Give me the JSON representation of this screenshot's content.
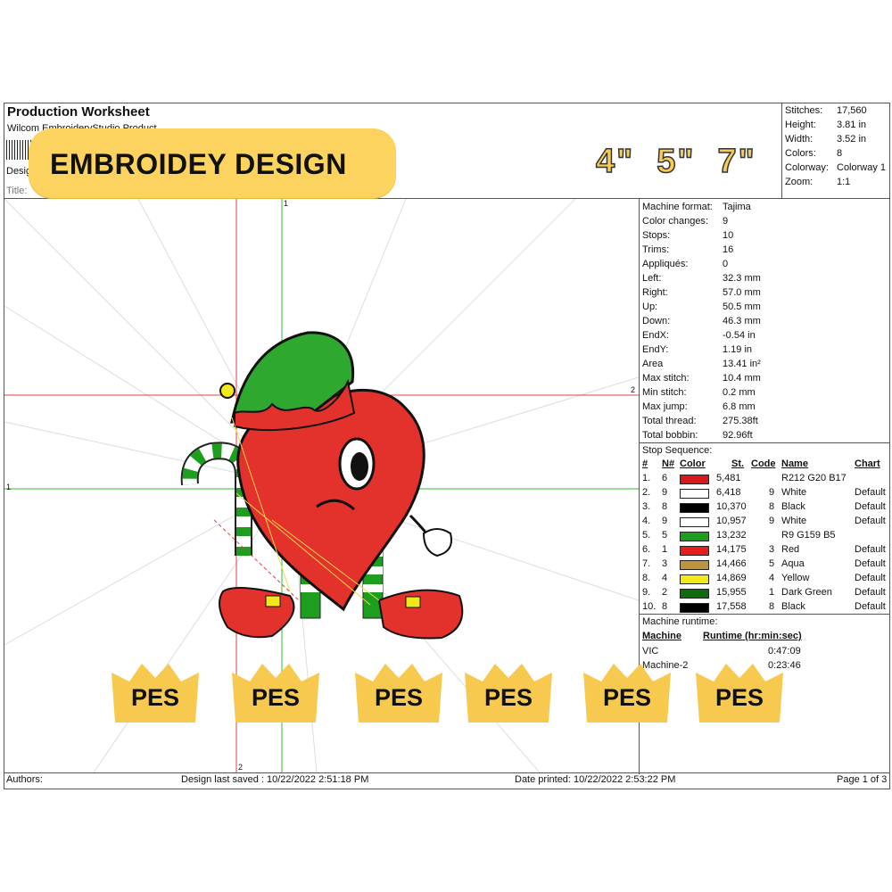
{
  "header": {
    "title": "Production Worksheet",
    "subtitle": "Wilcom EmbroideryStudio Product",
    "design_label": "Desig",
    "title_label": "Title:"
  },
  "banner": {
    "text": "EMBROIDEY DESIGN",
    "sizes": "4\"  5\"  7\""
  },
  "top_stats": [
    {
      "label": "Stitches:",
      "value": "17,560"
    },
    {
      "label": "Height:",
      "value": "3.81 in"
    },
    {
      "label": "Width:",
      "value": "3.52 in"
    },
    {
      "label": "Colors:",
      "value": "8"
    },
    {
      "label": "Colorway:",
      "value": "Colorway 1"
    },
    {
      "label": "Zoom:",
      "value": "1:1"
    }
  ],
  "machine_stats": [
    {
      "label": "Machine format:",
      "value": "Tajima"
    },
    {
      "label": "Color changes:",
      "value": "9"
    },
    {
      "label": "Stops:",
      "value": "10"
    },
    {
      "label": "Trims:",
      "value": "16"
    },
    {
      "label": "Appliqués:",
      "value": "0"
    },
    {
      "label": "Left:",
      "value": "32.3 mm"
    },
    {
      "label": "Right:",
      "value": "57.0 mm"
    },
    {
      "label": "Up:",
      "value": "50.5 mm"
    },
    {
      "label": "Down:",
      "value": "46.3 mm"
    },
    {
      "label": "EndX:",
      "value": "-0.54 in"
    },
    {
      "label": "EndY:",
      "value": "1.19 in"
    },
    {
      "label": "Area",
      "value": "13.41 in²"
    },
    {
      "label": "Max stitch:",
      "value": "10.4 mm"
    },
    {
      "label": "Min stitch:",
      "value": "0.2 mm"
    },
    {
      "label": "Max jump:",
      "value": "6.8 mm"
    },
    {
      "label": "Total thread:",
      "value": "275.38ft"
    },
    {
      "label": "Total bobbin:",
      "value": "92.96ft"
    }
  ],
  "stop_sequence": {
    "title": "Stop Sequence:",
    "headers": [
      "#",
      "N#",
      "Color",
      "St.",
      "Code",
      "Name",
      "Chart"
    ],
    "rows": [
      {
        "num": "1.",
        "n": "6",
        "color": "#d8191b",
        "st": "5,481",
        "code": "",
        "name": "R212 G20 B17",
        "chart": ""
      },
      {
        "num": "2.",
        "n": "9",
        "color": "#ffffff",
        "st": "6,418",
        "code": "9",
        "name": "White",
        "chart": "Default"
      },
      {
        "num": "3.",
        "n": "8",
        "color": "#000000",
        "st": "10,370",
        "code": "8",
        "name": "Black",
        "chart": "Default"
      },
      {
        "num": "4.",
        "n": "9",
        "color": "#ffffff",
        "st": "10,957",
        "code": "9",
        "name": "White",
        "chart": "Default"
      },
      {
        "num": "5.",
        "n": "5",
        "color": "#1e9e1e",
        "st": "13,232",
        "code": "",
        "name": "R9 G159 B5",
        "chart": ""
      },
      {
        "num": "6.",
        "n": "1",
        "color": "#e61e1e",
        "st": "14,175",
        "code": "3",
        "name": "Red",
        "chart": "Default"
      },
      {
        "num": "7.",
        "n": "3",
        "color": "#bf9440",
        "st": "14,466",
        "code": "5",
        "name": "Aqua",
        "chart": "Default"
      },
      {
        "num": "8.",
        "n": "4",
        "color": "#f2e81a",
        "st": "14,869",
        "code": "4",
        "name": "Yellow",
        "chart": "Default"
      },
      {
        "num": "9.",
        "n": "2",
        "color": "#0f6a10",
        "st": "15,955",
        "code": "1",
        "name": "Dark Green",
        "chart": "Default"
      },
      {
        "num": "10.",
        "n": "8",
        "color": "#000000",
        "st": "17,558",
        "code": "8",
        "name": "Black",
        "chart": "Default"
      }
    ]
  },
  "runtime": {
    "title": "Machine runtime:",
    "headers": [
      "Machine",
      "Runtime (hr:min:sec)"
    ],
    "rows": [
      {
        "machine": "VIC",
        "time": "0:47:09"
      },
      {
        "machine": "Machine-2",
        "time": "0:23:46"
      }
    ]
  },
  "axis_labels": {
    "top": "1",
    "right": "2",
    "left": "1",
    "bottom": "2"
  },
  "badges": [
    "PES",
    "PES",
    "PES",
    "PES",
    "PES",
    "PES"
  ],
  "footer": {
    "authors": "Authors:",
    "saved": "Design last saved : 10/22/2022 2:51:18 PM",
    "printed": "Date printed: 10/22/2022 2:53:22 PM",
    "page": "Page 1 of 3"
  },
  "colors": {
    "banner": "#fbd35e",
    "crown": "#f8c94f",
    "red_line": "#e04040",
    "green_line": "#2fbf2f"
  }
}
